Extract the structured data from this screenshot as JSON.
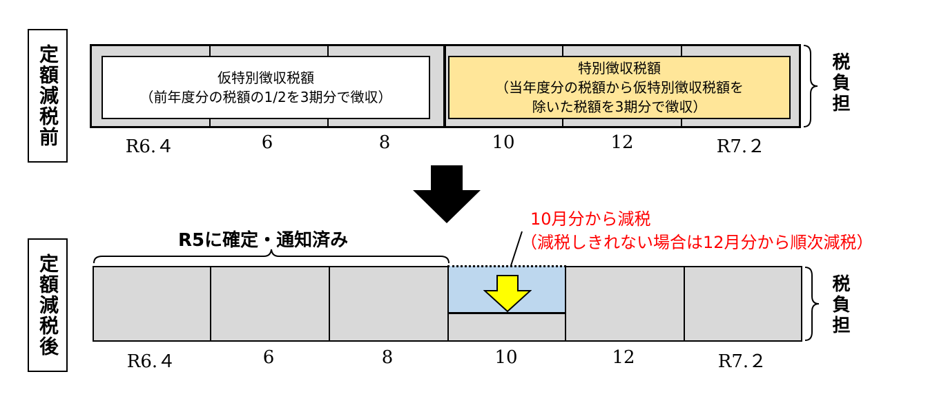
{
  "before": {
    "side_label": "定額減税前",
    "provisional_box": {
      "title": "仮特別徴収税額",
      "desc": "（前年度分の税額の1/2を3期分で徴収）"
    },
    "special_box": {
      "title": "特別徴収税額",
      "desc1": "（当年度分の税額から仮特別徴収税額を",
      "desc2": "除いた税額を3期分で徴収）"
    },
    "brace_label": "税負担"
  },
  "after": {
    "side_label": "定額減税後",
    "confirmed_label": "R5に確定・通知済み",
    "reduction_note1": "10月分から減税",
    "reduction_note2": "（減税しきれない場合は12月分から順次減税）",
    "brace_label": "税負担"
  },
  "months": [
    "R6.４",
    "6",
    "8",
    "10",
    "12",
    "R7.２"
  ],
  "colors": {
    "cell_fill": "#d9d9d9",
    "special_fill": "#ffe699",
    "reduced_fill": "#bdd7ee",
    "arrow_yellow": "#ffff00",
    "note_red": "#ff0000"
  }
}
